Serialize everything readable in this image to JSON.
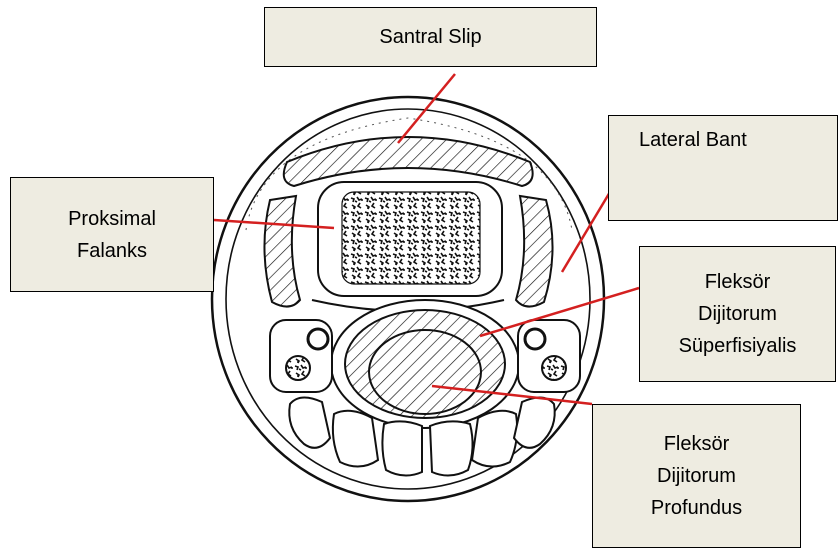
{
  "labels": {
    "santral_slip": [
      "Santral Slip"
    ],
    "proksimal_falanks": [
      "Proksimal",
      "Falanks"
    ],
    "lateral_bant": [
      "Lateral Bant"
    ],
    "fleksor_dijitorum_superfisiyalis": [
      "Fleksör",
      "Dijitorum",
      "Süperfisiyalis"
    ],
    "fleksor_dijitorum_profundus": [
      "Fleksör",
      "Dijitorum",
      "Profundus"
    ]
  },
  "colors": {
    "label_fill": "#eeece1",
    "leader_line": "#d42020",
    "outline": "#111111"
  }
}
